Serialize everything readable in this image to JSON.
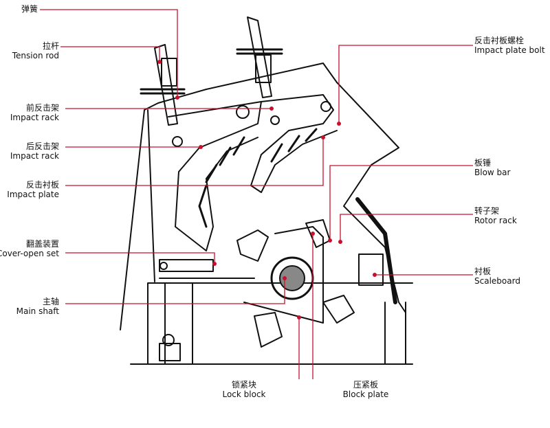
{
  "colors": {
    "leader": "#c8102e",
    "line": "#111111",
    "background": "#ffffff"
  },
  "labels": {
    "spring": {
      "zh": "弹簧",
      "en": ""
    },
    "tension_rod": {
      "zh": "拉杆",
      "en": "Tension rod"
    },
    "front_rack": {
      "zh": "前反击架",
      "en": "Impact rack"
    },
    "rear_rack": {
      "zh": "后反击架",
      "en": "Impact rack"
    },
    "impact_plate": {
      "zh": "反击衬板",
      "en": "Impact plate"
    },
    "cover_open": {
      "zh": "翻盖装置",
      "en": "Cover-open set"
    },
    "main_shaft": {
      "zh": "主轴",
      "en": "Main shaft"
    },
    "plate_bolt": {
      "zh": "反击衬板螺栓",
      "en": "Impact plate bolt"
    },
    "blow_bar": {
      "zh": "板锤",
      "en": "Blow bar"
    },
    "rotor_rack": {
      "zh": "转子架",
      "en": "Rotor rack"
    },
    "scaleboard": {
      "zh": "衬板",
      "en": "Scaleboard"
    },
    "lock_block": {
      "zh": "锁紧块",
      "en": "Lock block"
    },
    "block_plate": {
      "zh": "压紧板",
      "en": "Block plate"
    }
  }
}
